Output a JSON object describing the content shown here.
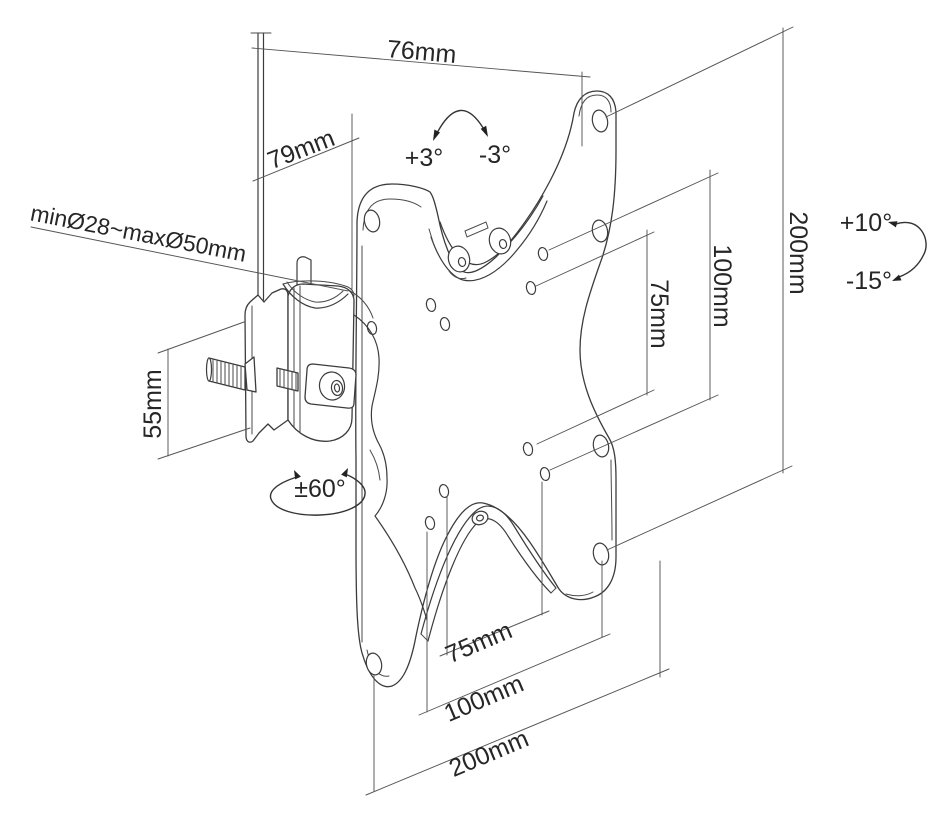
{
  "figure": {
    "type": "technical-line-drawing",
    "subject": "TV pole-mount clamp with VESA adapter plate, isometric view with dimensions",
    "background": "#ffffff",
    "line_color": "#3c3c3c",
    "text_color": "#262626"
  },
  "labels": {
    "top_width": "76mm",
    "pole_to_plate": "79mm",
    "tilt_plus": "+3°",
    "tilt_minus": "-3°",
    "pole_diameter": "minØ28~maxØ50mm",
    "clamp_height": "55mm",
    "swivel_range": "±60°",
    "plate_height": "200mm",
    "vesa_vertical_100": "100mm",
    "vesa_vertical_75": "75mm",
    "rotation_plus": "+10°",
    "rotation_minus": "-15°",
    "vesa_horizontal_75": "75mm",
    "vesa_horizontal_100": "100mm",
    "plate_width": "200mm"
  }
}
